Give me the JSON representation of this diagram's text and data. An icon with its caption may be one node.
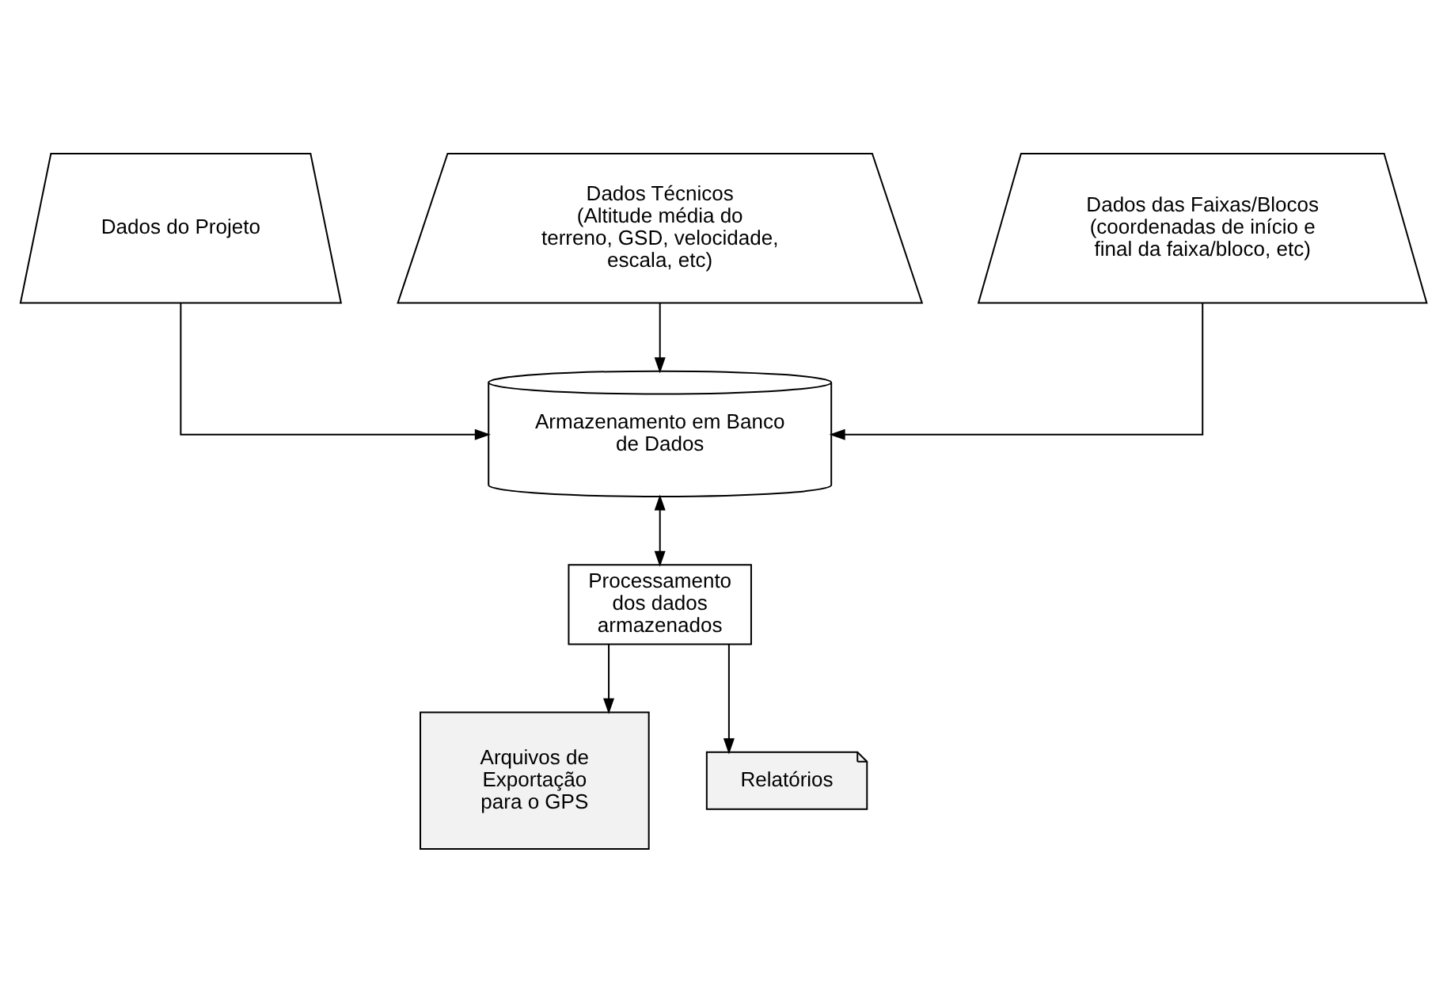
{
  "diagram": {
    "nodes": [
      {
        "text": [
          "Dados do Projeto"
        ]
      },
      {
        "text": [
          "Dados Técnicos",
          "(Altitude média do terreno, GSD, velocidade, escala, etc)"
        ]
      },
      {
        "text": [
          "Dados das Faixas/Blocos",
          "(coordenadas de início e final da faixa/bloco, etc)"
        ]
      },
      {
        "text": [
          "Armazenamento em Banco de Dados"
        ]
      },
      {
        "text": [
          "Processamento dos dados armazenados"
        ]
      },
      {
        "text": [
          "Arquivos de Exportação para o GPS"
        ]
      },
      {
        "text": [
          "Relatórios"
        ]
      }
    ],
    "edges": [
      {
        "from": 0,
        "to": 3,
        "arrow": "to"
      },
      {
        "from": 1,
        "to": 3,
        "arrow": "to"
      },
      {
        "from": 2,
        "to": 3,
        "arrow": "to"
      },
      {
        "from": 3,
        "to": 4,
        "arrow": "both"
      },
      {
        "from": 4,
        "to": 5,
        "arrow": "to"
      },
      {
        "from": 4,
        "to": 6,
        "arrow": "to"
      }
    ]
  }
}
